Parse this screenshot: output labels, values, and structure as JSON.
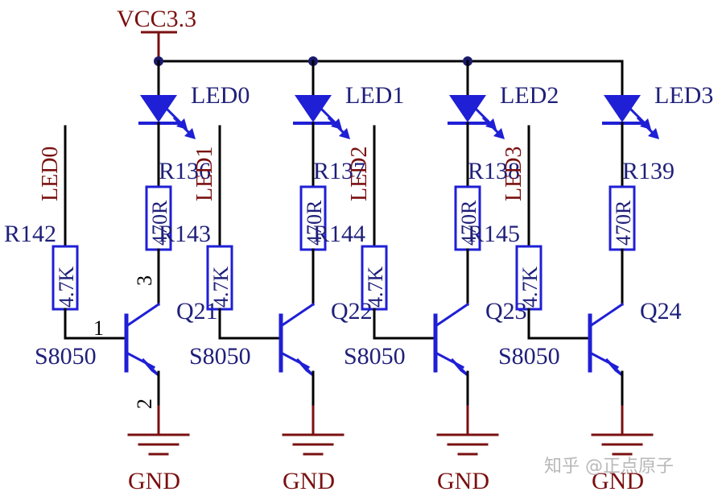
{
  "colors": {
    "wire": "#000000",
    "component": "#1f1fd6",
    "label_blue": "#1f1f7a",
    "label_red": "#7a1010",
    "watermark": "#b8b8b8"
  },
  "power": {
    "label": "VCC3.3"
  },
  "ground_label": "GND",
  "pins": {
    "base": "1",
    "collector": "3",
    "emitter": "2"
  },
  "channels": [
    {
      "led": "LED0",
      "net": "LED0",
      "r_led": "R136",
      "r_led_value": "470R",
      "r_base": "R142",
      "r_base_value": "4.7K",
      "transistor": "Q21",
      "transistor_part": "S8050"
    },
    {
      "led": "LED1",
      "net": "LED1",
      "r_led": "R137",
      "r_led_value": "470R",
      "r_base": "R143",
      "r_base_value": "4.7K",
      "transistor": "Q22",
      "transistor_part": "S8050"
    },
    {
      "led": "LED2",
      "net": "LED2",
      "r_led": "R138",
      "r_led_value": "470R",
      "r_base": "R144",
      "r_base_value": "4.7K",
      "transistor": "Q23",
      "transistor_part": "S8050"
    },
    {
      "led": "LED3",
      "net": "LED3",
      "r_led": "R139",
      "r_led_value": "470R",
      "r_base": "R145",
      "r_base_value": "4.7K",
      "transistor": "Q24",
      "transistor_part": "S8050"
    }
  ],
  "watermark": "知乎 @正点原子"
}
